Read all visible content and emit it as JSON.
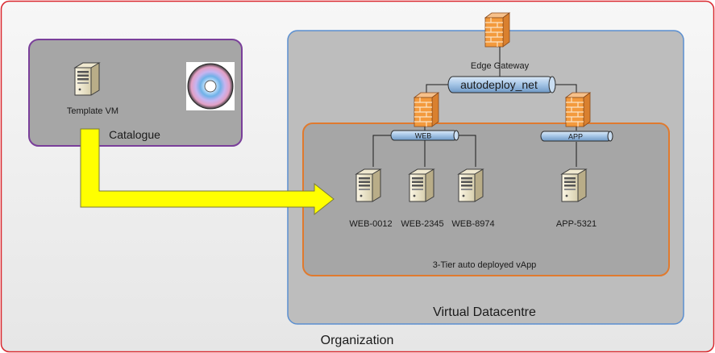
{
  "organization": {
    "label": "Organization"
  },
  "catalogue": {
    "label": "Catalogue",
    "template_vm_label": "Template VM"
  },
  "virtual_datacentre": {
    "label": "Virtual Datacentre"
  },
  "edge_gateway": {
    "label": "Edge Gateway"
  },
  "networks": {
    "external": "autodeploy_net",
    "web": "WEB",
    "app": "APP"
  },
  "vapp": {
    "label": "3-Tier auto deployed vApp",
    "servers": [
      "WEB-0012",
      "WEB-2345",
      "WEB-8974",
      "APP-5321"
    ]
  },
  "colors": {
    "organization_border": "#d9262d",
    "catalogue_border": "#7a3f9a",
    "datacentre_border": "#5b8fd0",
    "vapp_border": "#e07a2e",
    "network_pipe": "#9fc2e6",
    "arrow_fill": "#ffff00",
    "firewall": "#f39a3d"
  }
}
